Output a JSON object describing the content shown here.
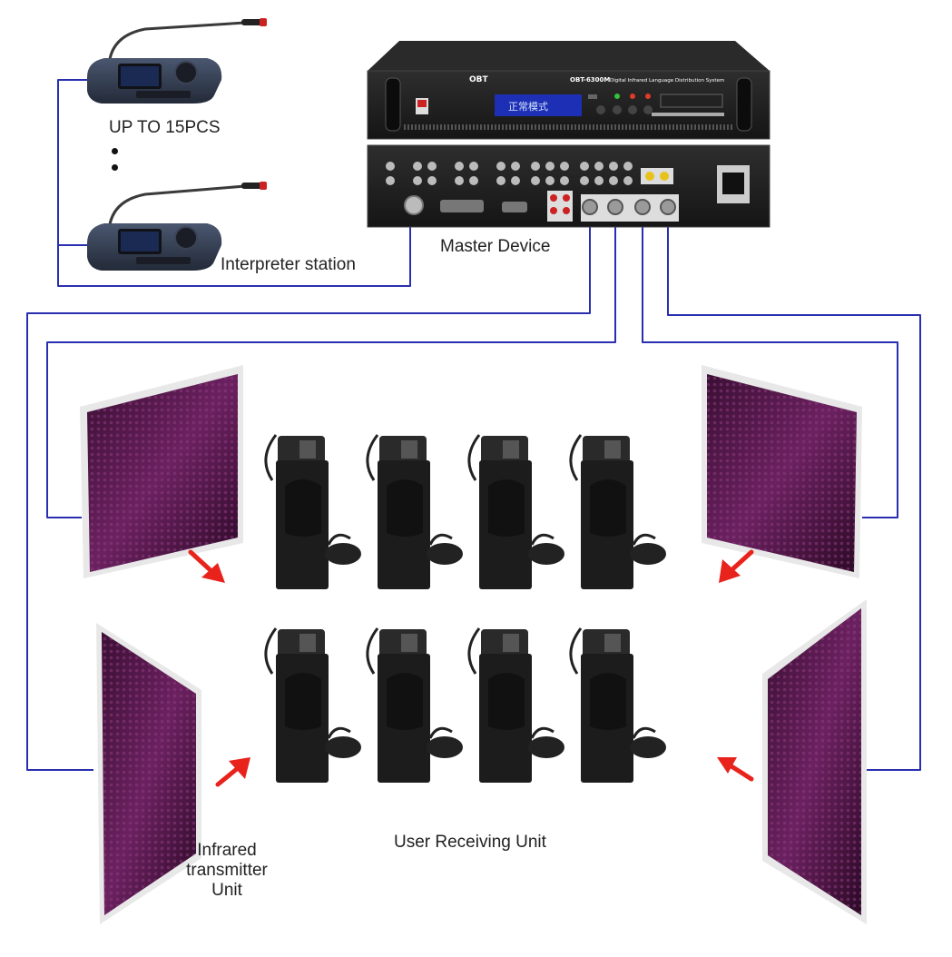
{
  "labels": {
    "up_to": "UP TO 15PCS",
    "interpreter": "Interpreter station",
    "master": "Master Device",
    "receiving": "User Receiving Unit",
    "infrared": "Infrared transmitter Unit"
  },
  "master_device": {
    "brand": "OBT",
    "model": "OBT-6300M",
    "system_name": "Digital Infrared Language Distribution System",
    "display_text": "正常模式"
  },
  "colors": {
    "wire": "#2a2fb0",
    "arrow": "#e8231c",
    "panel_face": "#5a1a4a",
    "device_body": "#1c1c1c",
    "led_green": "#35c13a",
    "led_red": "#e03a2a",
    "lcd_blue": "#1d2fb4"
  }
}
